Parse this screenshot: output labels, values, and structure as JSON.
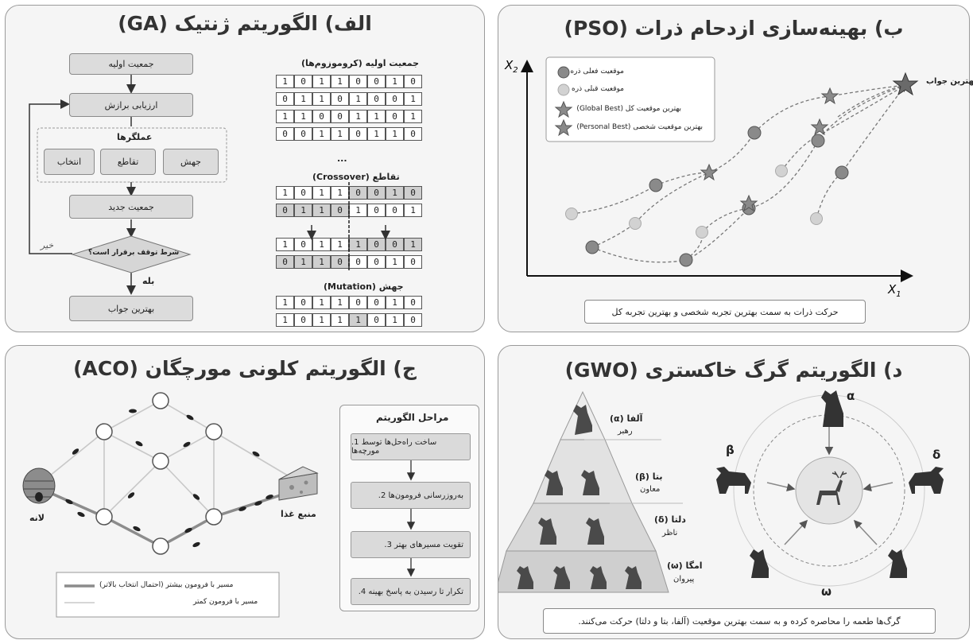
{
  "ga": {
    "title": "الف) الگوریتم ژنتیک (GA)",
    "flow": {
      "init": "جمعیت اولیه",
      "fitness": "ارزیابی برازش",
      "operators_title": "عملگرها",
      "op_mutation": "جهش",
      "op_crossover": "تقاطع",
      "op_selection": "انتخاب",
      "new_pop": "جمعیت جدید",
      "stop_cond": "شرط توقف برقرار است؟",
      "no": "خیر",
      "yes": "بله",
      "best": "بهترین جواب"
    },
    "chrom_title": "جمعیت اولیه (کروموزوم‌ها)",
    "chromosomes": [
      [
        "1",
        "0",
        "1",
        "1",
        "0",
        "0",
        "1",
        "0"
      ],
      [
        "0",
        "1",
        "1",
        "0",
        "1",
        "0",
        "0",
        "1"
      ],
      [
        "1",
        "1",
        "0",
        "0",
        "1",
        "1",
        "0",
        "1"
      ],
      [
        "0",
        "0",
        "1",
        "1",
        "0",
        "1",
        "1",
        "0"
      ]
    ],
    "ellipsis": "...",
    "crossover_title": "تقاطع (Crossover)",
    "parents": [
      [
        "1",
        "0",
        "1",
        "1",
        "0",
        "0",
        "1",
        "0"
      ],
      [
        "0",
        "1",
        "1",
        "0",
        "1",
        "0",
        "0",
        "1"
      ]
    ],
    "children": [
      [
        "1",
        "0",
        "1",
        "1",
        "1",
        "0",
        "0",
        "1"
      ],
      [
        "0",
        "1",
        "1",
        "0",
        "0",
        "0",
        "1",
        "0"
      ]
    ],
    "mutation_title": "جهش (Mutation)",
    "mutation": [
      [
        "1",
        "0",
        "1",
        "1",
        "0",
        "0",
        "1",
        "0"
      ],
      [
        "1",
        "0",
        "1",
        "1",
        "1",
        "0",
        "1",
        "0"
      ]
    ]
  },
  "pso": {
    "title": "ب) بهینه‌سازی ازدحام ذرات (PSO)",
    "y_axis": "X",
    "y_sub": "2",
    "x_axis": "X",
    "x_sub": "1",
    "legend": [
      "موقعیت فعلی ذره",
      "موقعیت قبلی ذره",
      "بهترین موقعیت کل (Global Best)",
      "بهترین موقعیت شخصی (Personal Best)"
    ],
    "best_label": "بهترین جواب",
    "caption": "حرکت ذرات به سمت بهترین تجربه شخصی و بهترین تجربه کل"
  },
  "aco": {
    "title": "ج) الگوریتم کلونی مورچگان (ACO)",
    "nest": "لانه",
    "food": "منبع غذا",
    "steps_title": "مراحل الگوریتم",
    "steps": [
      ".1 ساخت راه‌حل‌ها توسط مورچه‌ها",
      ".2 به‌روزرسانی فرومون‌ها",
      ".3 تقویت مسیرهای بهتر",
      ".4 تکرار تا رسیدن به پاسخ بهینه"
    ],
    "legend_strong": "مسیر با فرومون بیشتر (احتمال انتخاب بالاتر)",
    "legend_weak": "مسیر با فرومون کمتر"
  },
  "gwo": {
    "title": "د) الگوریتم گرگ خاکستری (GWO)",
    "alpha": "آلفا (α)",
    "alpha_role": "رهبر",
    "beta": "بتا (β)",
    "beta_role": "معاون",
    "delta": "دلتا (δ)",
    "delta_role": "ناظر",
    "omega": "امگا (ω)",
    "omega_role": "پیروان",
    "sym_alpha": "α",
    "sym_beta": "β",
    "sym_delta": "δ",
    "sym_omega": "ω",
    "caption": "گرگ‌ها طعمه را محاصره کرده و به سمت بهترین موقعیت (آلفا، بتا و دلتا) حرکت می‌کنند."
  }
}
